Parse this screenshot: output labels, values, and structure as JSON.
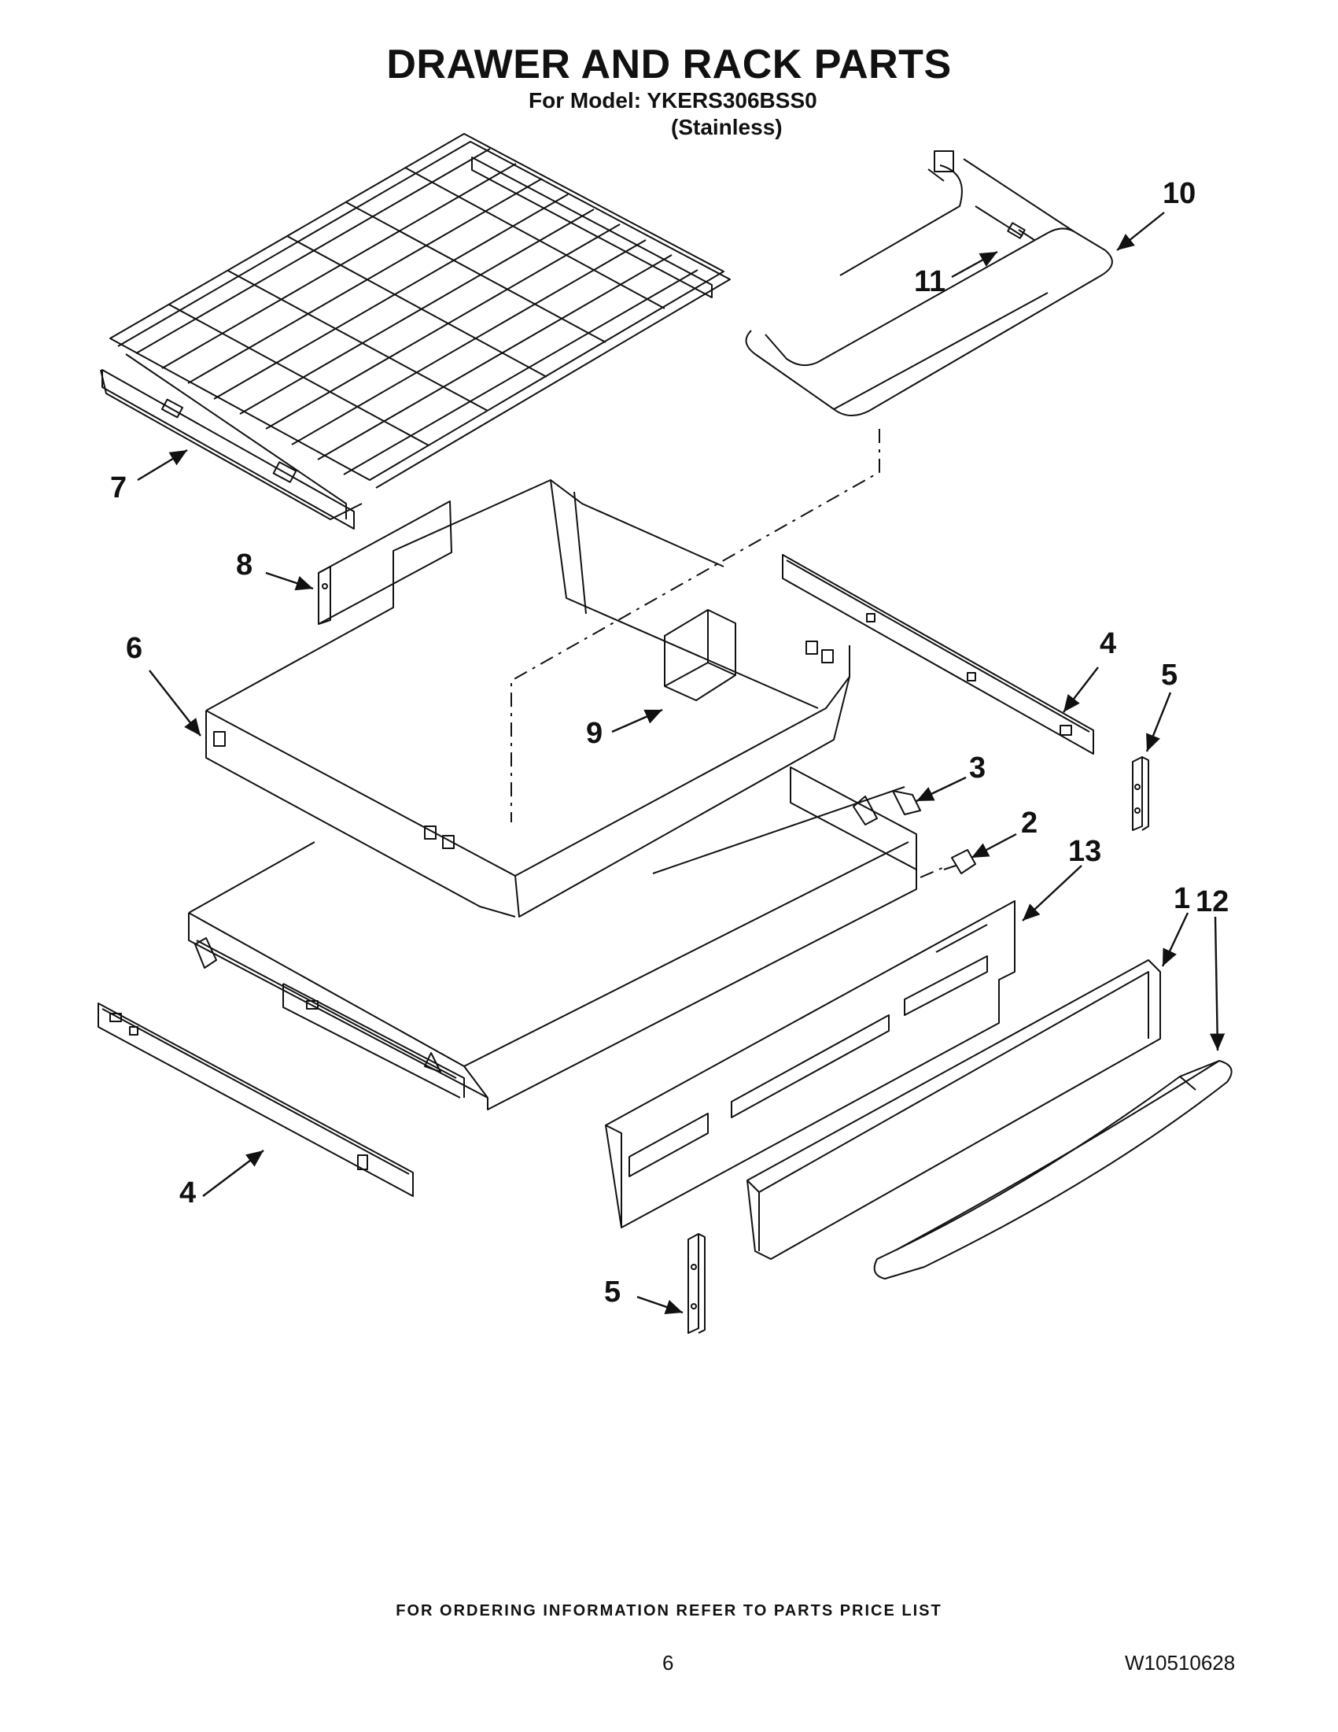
{
  "header": {
    "title": "DRAWER AND RACK PARTS",
    "model_line": "For Model: YKERS306BSS0",
    "variant": "(Stainless)"
  },
  "callouts": {
    "c1": "1",
    "c2": "2",
    "c3": "3",
    "c4a": "4",
    "c4b": "4",
    "c5a": "5",
    "c5b": "5",
    "c6": "6",
    "c7": "7",
    "c8": "8",
    "c9": "9",
    "c10": "10",
    "c11": "11",
    "c12": "12",
    "c13": "13"
  },
  "footer": {
    "ordering_info": "FOR ORDERING INFORMATION REFER TO PARTS PRICE LIST",
    "page_number": "6",
    "document_number": "W10510628"
  }
}
